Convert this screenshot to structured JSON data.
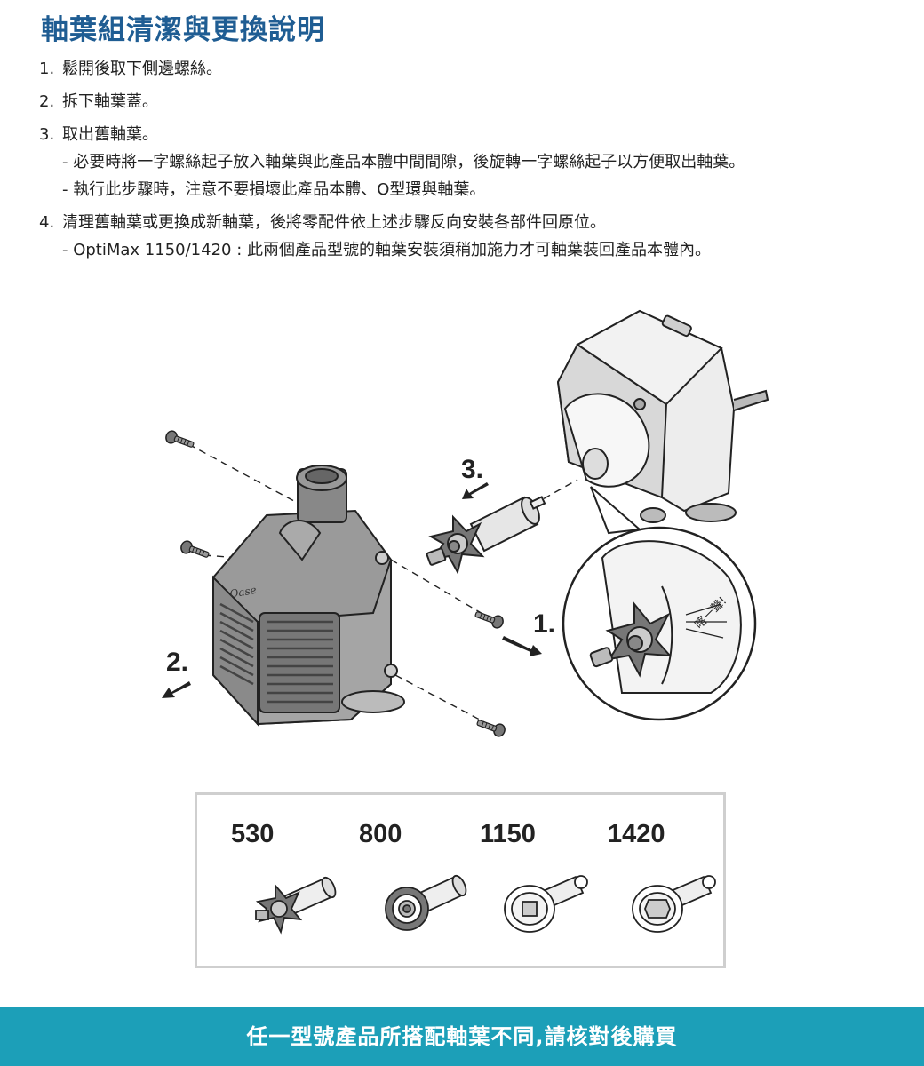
{
  "title": "軸葉組清潔與更換說明",
  "steps": [
    {
      "num": "1.",
      "text": "鬆開後取下側邊螺絲。",
      "subs": []
    },
    {
      "num": "2.",
      "text": "拆下軸葉蓋。",
      "subs": []
    },
    {
      "num": "3.",
      "text": "取出舊軸葉。",
      "subs": [
        "- 必要時將一字螺絲起子放入軸葉與此產品本體中間間隙，後旋轉一字螺絲起子以方便取出軸葉。",
        "- 執行此步驟時，注意不要損壞此產品本體、O型環與軸葉。"
      ]
    },
    {
      "num": "4.",
      "text": "清理舊軸葉或更換成新軸葉，後將零配件依上述步驟反向安裝各部件回原位。",
      "subs": [
        "- OptiMax 1150/1420 : 此兩個產品型號的軸葉安裝須稍加施力才可軸葉裝回產品本體內。"
      ]
    }
  ],
  "diagram": {
    "label_1": "1.",
    "label_2": "2.",
    "label_3": "3.",
    "click_text": "喀一聲!",
    "brand": "Oase"
  },
  "variants": [
    {
      "label": "530",
      "icon": "impeller-530-icon"
    },
    {
      "label": "800",
      "icon": "impeller-800-icon"
    },
    {
      "label": "1150",
      "icon": "impeller-1150-icon"
    },
    {
      "label": "1420",
      "icon": "impeller-1420-icon"
    }
  ],
  "footer": "任一型號產品所搭配軸葉不同,請核對後購買"
}
